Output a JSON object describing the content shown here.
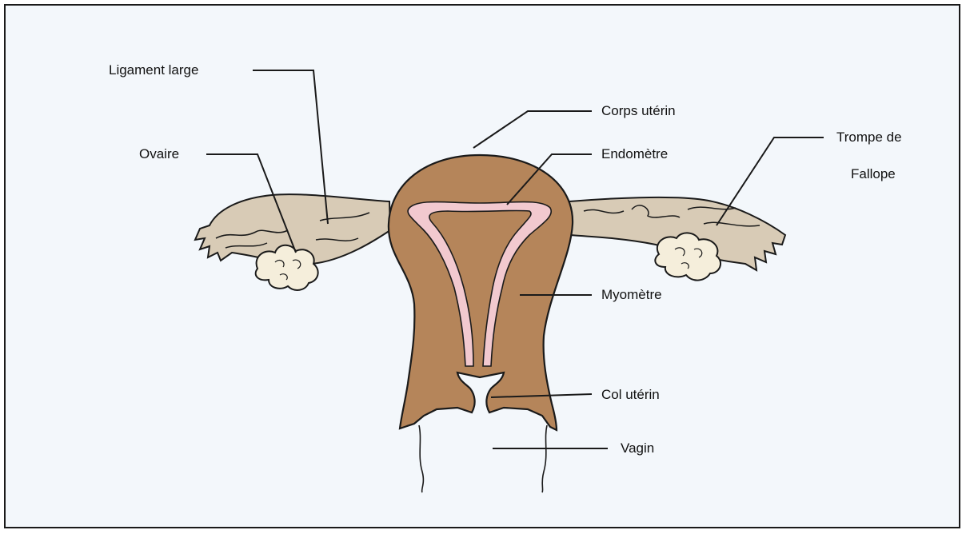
{
  "labels": {
    "ligament_large": "Ligament large",
    "ovaire": "Ovaire",
    "corps_uterin": "Corps utérin",
    "endometre": "Endomètre",
    "trompe_line1": "Trompe de",
    "trompe_line2": "Fallope",
    "myometre": "Myomètre",
    "col_uterin": "Col utérin",
    "vagin": "Vagin"
  },
  "colors": {
    "background": "#f3f7fb",
    "myometrium": "#b5855a",
    "endometrium": "#f2c9cf",
    "tube_and_ligament": "#d8cbb6",
    "ovary": "#f5eedb",
    "outline": "#1a1a1a"
  }
}
